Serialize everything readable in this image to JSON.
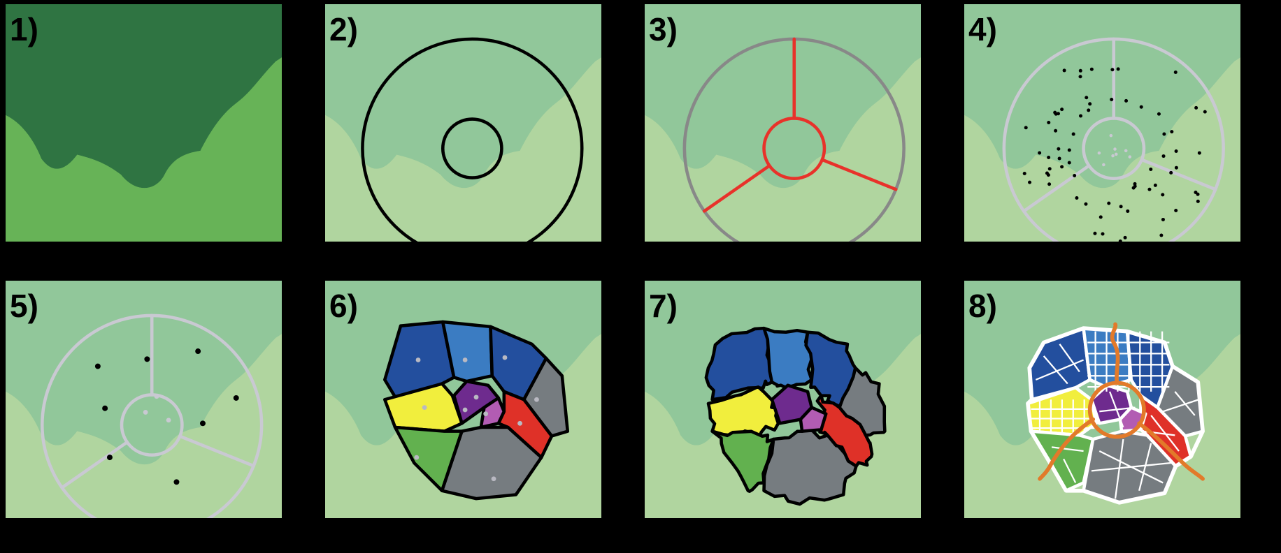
{
  "panels": [
    {
      "label": "1)"
    },
    {
      "label": "2)"
    },
    {
      "label": "3)"
    },
    {
      "label": "4)"
    },
    {
      "label": "5)"
    },
    {
      "label": "6)"
    },
    {
      "label": "7)"
    },
    {
      "label": "8)"
    }
  ],
  "colors": {
    "frame": "#000000",
    "terrain_dark": "#2f7442",
    "terrain_mid": "#67b357",
    "light_upper": "#91c79a",
    "light_lower": "#b0d59f",
    "ring_black": "#000000",
    "ring_grey": "#888888",
    "ring_light": "#c9c9d2",
    "divider_red": "#e8322a",
    "road_orange": "#e27a2a",
    "district_blue_dark": "#234f9e",
    "district_blue_light": "#3b7cc2",
    "district_yellow": "#f1ee3d",
    "district_green": "#62b14f",
    "district_grey": "#767c80",
    "district_red": "#df3128",
    "district_purple_dark": "#6e2b8e",
    "district_purple_light": "#b25cb3",
    "seed_point_light": "#b9b9c2"
  }
}
